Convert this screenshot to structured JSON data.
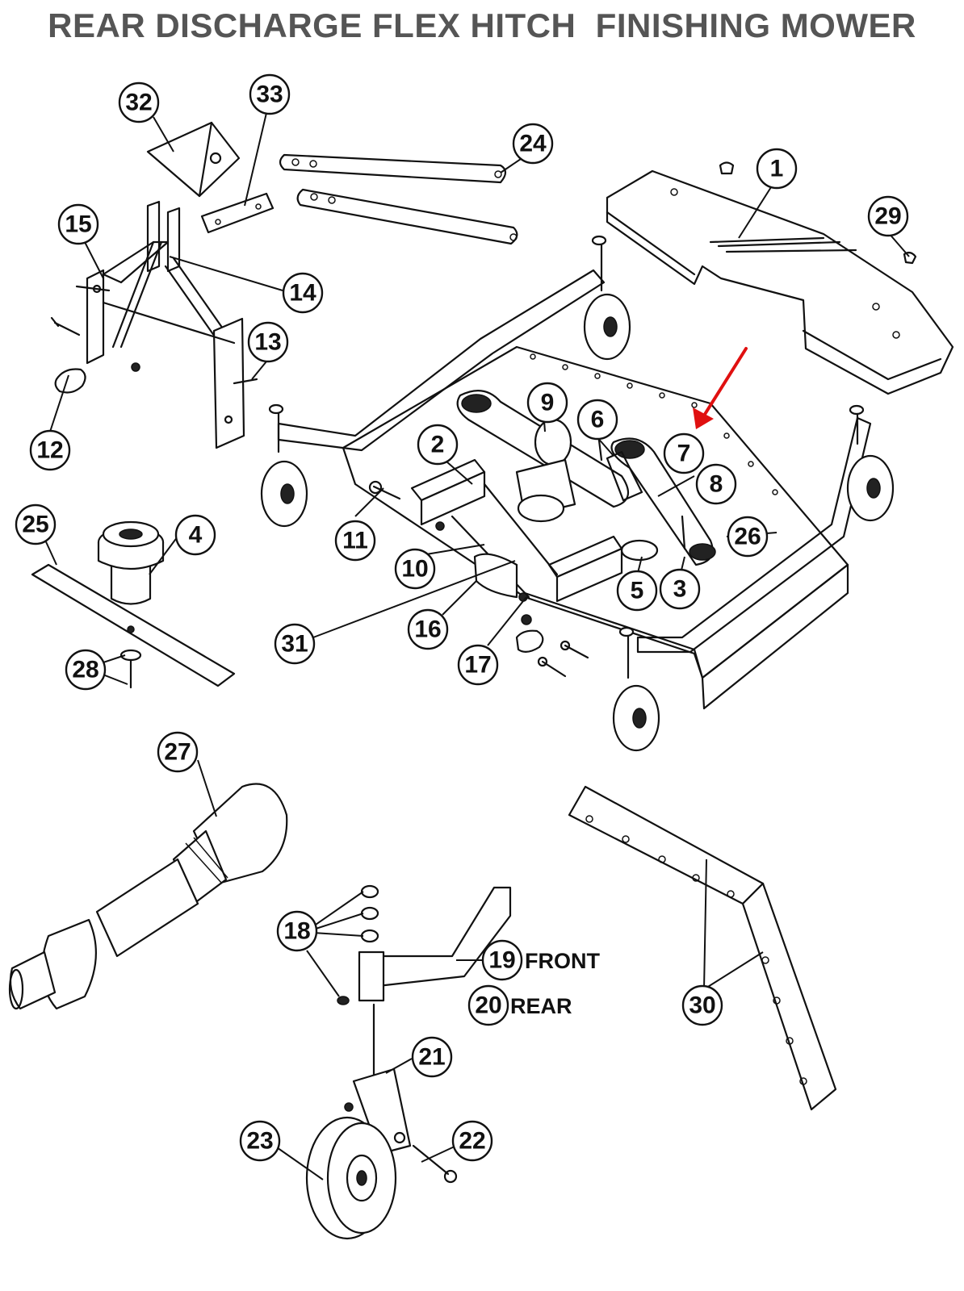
{
  "title": "REAR DISCHARGE FLEX HITCH  FINISHING MOWER",
  "colors": {
    "arrow": "#e01010",
    "title": "#555555",
    "line": "#111111"
  },
  "callouts": [
    "1",
    "2",
    "3",
    "4",
    "5",
    "6",
    "7",
    "8",
    "9",
    "10",
    "11",
    "12",
    "13",
    "14",
    "15",
    "16",
    "17",
    "18",
    "19",
    "20",
    "21",
    "22",
    "23",
    "24",
    "25",
    "26",
    "27",
    "28",
    "29",
    "30",
    "31",
    "32",
    "33"
  ],
  "labels": {
    "front": "FRONT",
    "rear": "REAR"
  }
}
